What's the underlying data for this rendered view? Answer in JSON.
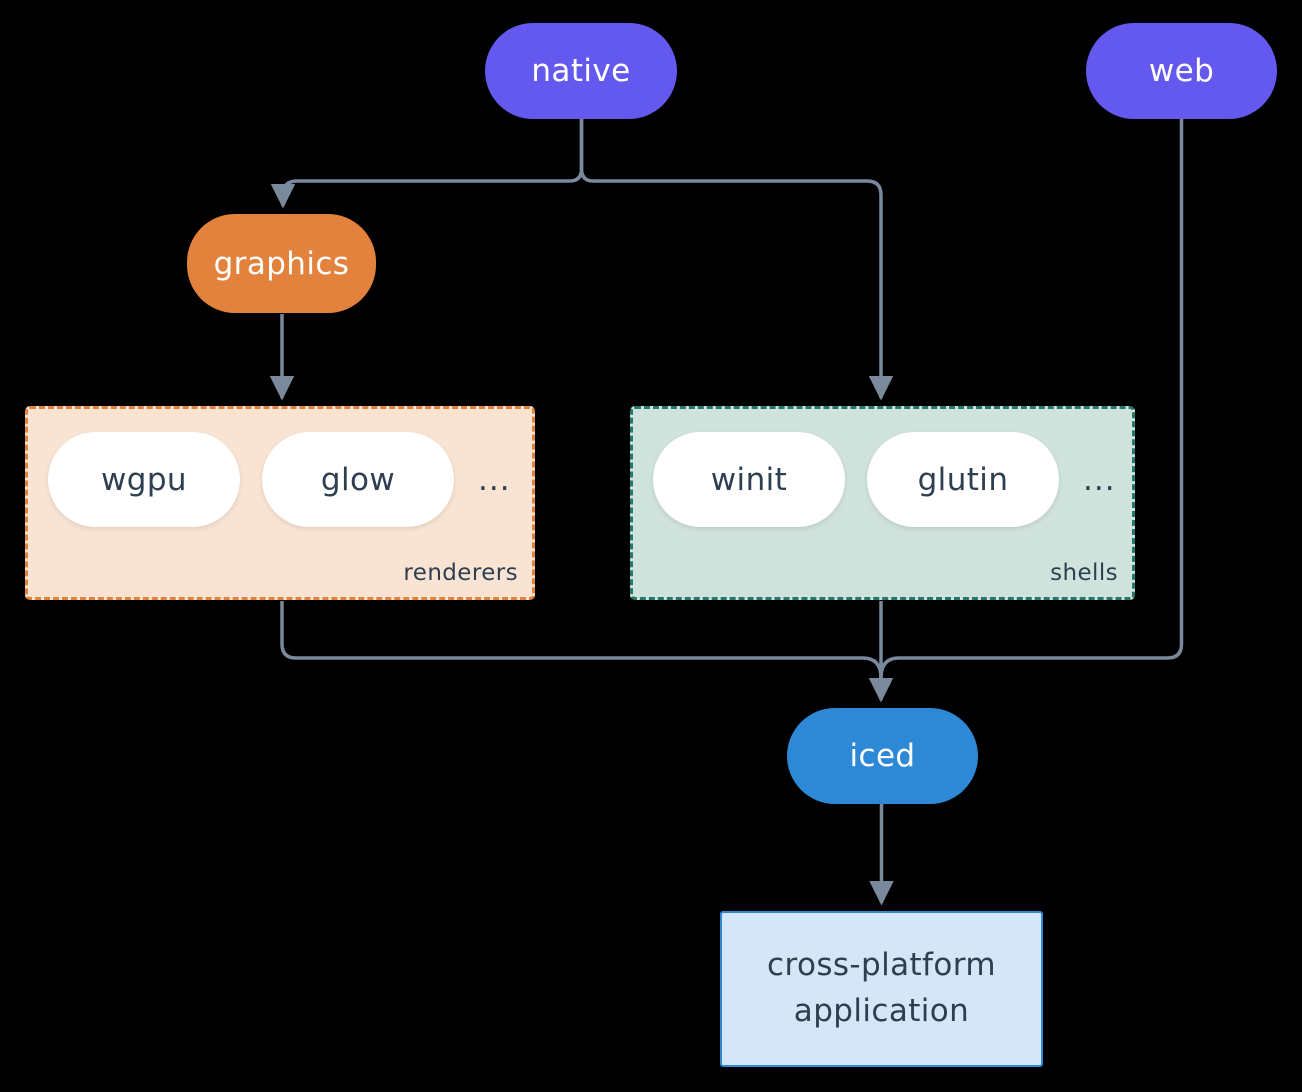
{
  "diagram": {
    "nodes": {
      "native": {
        "label": "native"
      },
      "web": {
        "label": "web"
      },
      "graphics": {
        "label": "graphics"
      },
      "iced": {
        "label": "iced"
      },
      "application": {
        "label": "cross-platform application"
      }
    },
    "groups": {
      "renderers": {
        "label": "renderers",
        "items": [
          "wgpu",
          "glow"
        ],
        "ellipsis": "..."
      },
      "shells": {
        "label": "shells",
        "items": [
          "winit",
          "glutin"
        ],
        "ellipsis": "..."
      }
    },
    "colors": {
      "bg": "#000000",
      "purple": "#6459ee",
      "orange": "#e2823d",
      "blue": "#2d89d6",
      "renderers_bg": "#f9e4d3",
      "renderers_border": "#e2823d",
      "shells_bg": "#d0e2dc",
      "shells_border": "#26786c",
      "app_bg": "#d4e6f8",
      "app_border": "#2d89d6",
      "line": "#7b899c",
      "dark_text": "#2e3f51",
      "light_text": "#ffffff"
    }
  }
}
